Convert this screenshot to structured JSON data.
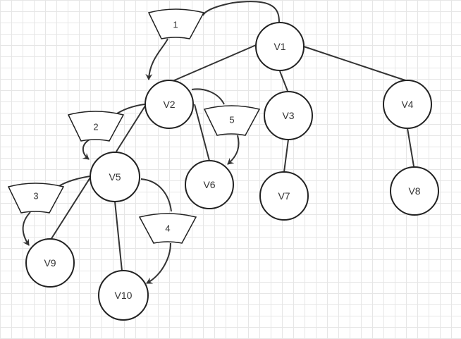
{
  "nodes": {
    "v1": "V1",
    "v2": "V2",
    "v3": "V3",
    "v4": "V4",
    "v5": "V5",
    "v6": "V6",
    "v7": "V7",
    "v8": "V8",
    "v9": "V9",
    "v10": "V10"
  },
  "steps": {
    "s1": "1",
    "s2": "2",
    "s3": "3",
    "s4": "4",
    "s5": "5"
  },
  "colors": {
    "stroke": "#222222",
    "background": "#ffffff",
    "grid": "#e6e6e6"
  }
}
